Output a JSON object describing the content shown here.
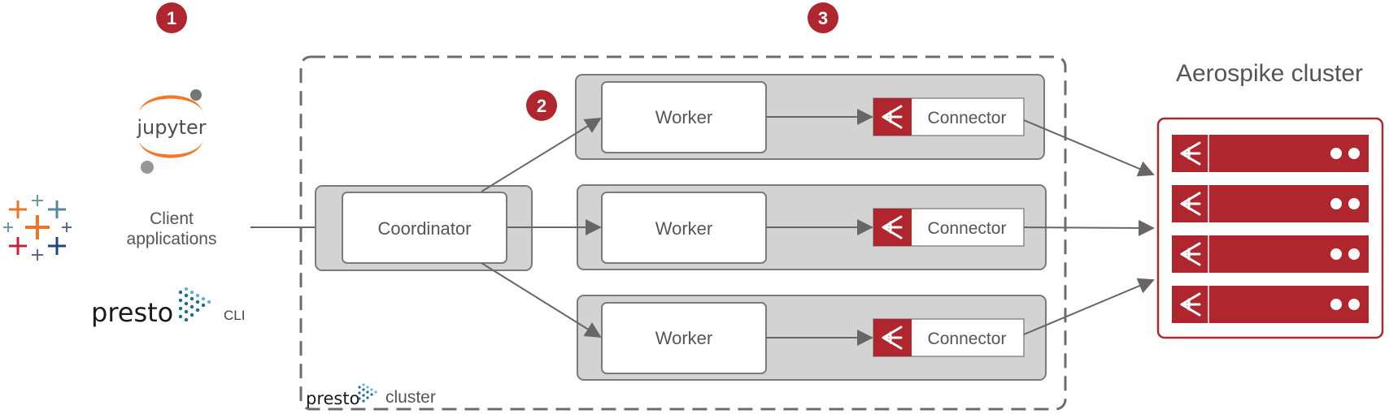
{
  "badges": {
    "client_step": "1",
    "worker_step": "2",
    "cluster_step": "3"
  },
  "client": {
    "logo_jupyter": "jupyter",
    "label_line1": "Client",
    "label_line2": "applications",
    "logo_presto": "presto",
    "cli_label": "CLI",
    "tableau_icon": "tableau-icon"
  },
  "presto_cluster": {
    "coordinator_label": "Coordinator",
    "workers": [
      {
        "label": "Worker",
        "connector_label": "Connector"
      },
      {
        "label": "Worker",
        "connector_label": "Connector"
      },
      {
        "label": "Worker",
        "connector_label": "Connector"
      }
    ],
    "footer_brand": "presto",
    "footer_label": "cluster"
  },
  "aerospike": {
    "title": "Aerospike cluster",
    "node_count": 4
  },
  "colors": {
    "aerospike_red": "#b0262e",
    "badge_red": "#b0262e",
    "panel_gray": "#d3d3d3",
    "panel_border": "#7a7a7a",
    "jupyter_orange": "#f37726",
    "text_gray": "#555555"
  }
}
